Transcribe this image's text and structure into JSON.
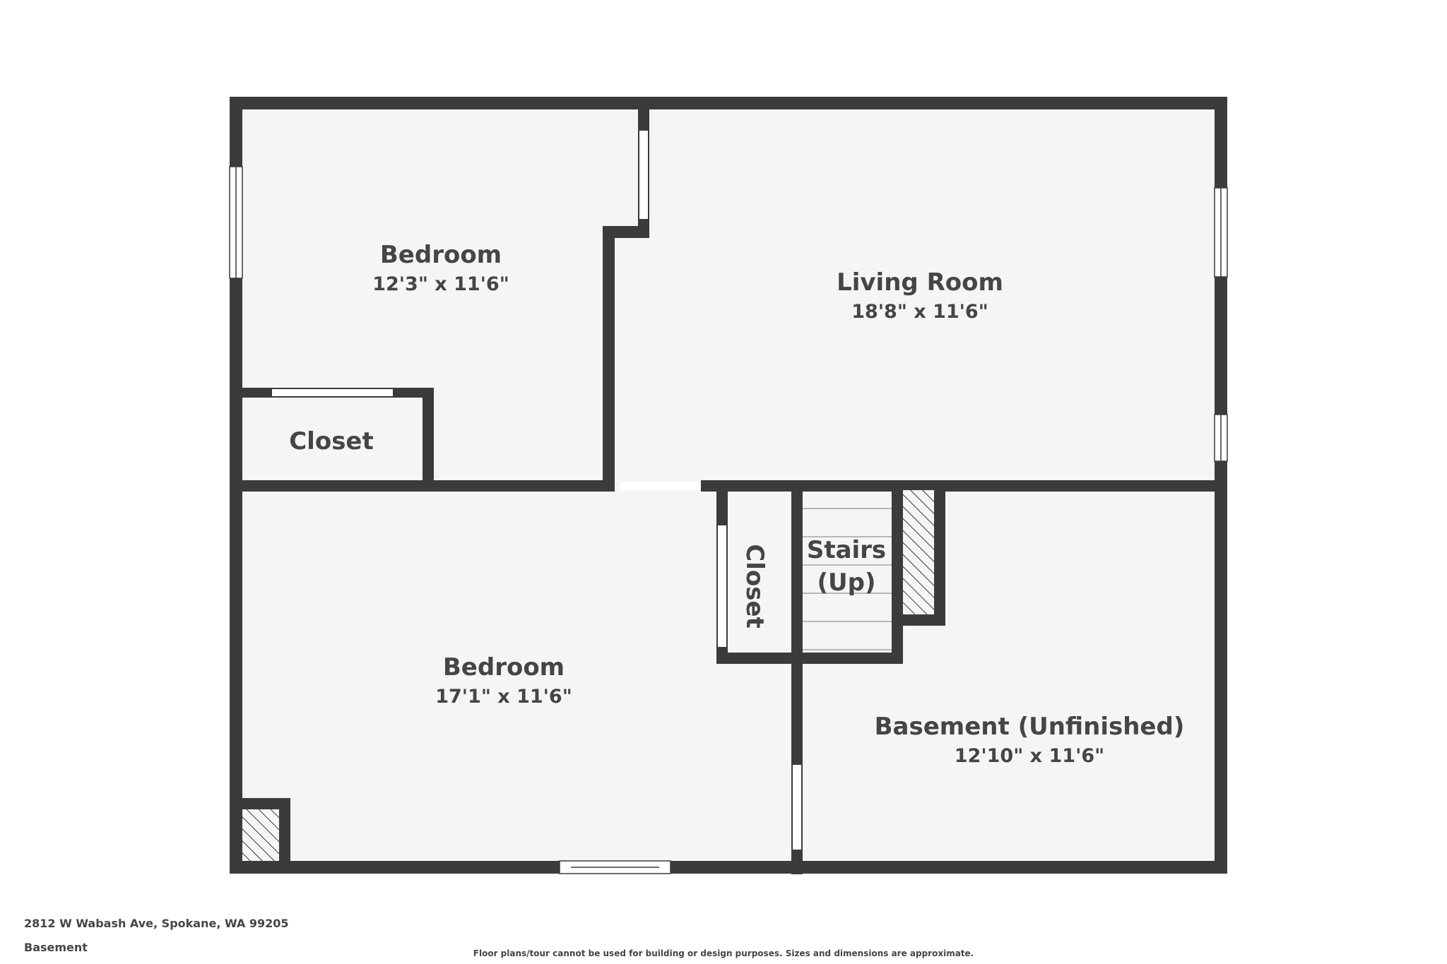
{
  "colors": {
    "wall": "#3b3b3b",
    "floor": "#f5f5f5",
    "text": "#454545",
    "opening": "#ffffff"
  },
  "rooms": {
    "bedroom_top": {
      "name": "Bedroom",
      "dims": "12'3\" x 11'6\""
    },
    "living_room": {
      "name": "Living Room",
      "dims": "18'8\" x 11'6\""
    },
    "closet_top": {
      "name": "Closet"
    },
    "closet_mid": {
      "name": "Closet"
    },
    "stairs": {
      "line1": "Stairs",
      "line2": "(Up)"
    },
    "bedroom_bottom": {
      "name": "Bedroom",
      "dims": "17'1\" x 11'6\""
    },
    "basement": {
      "name": "Basement (Unfinished)",
      "dims": "12'10\" x 11'6\""
    }
  },
  "footer": {
    "address": "2812 W Wabash Ave, Spokane, WA 99205",
    "level": "Basement",
    "disclaimer": "Floor plans/tour cannot be used for building or design purposes. Sizes and dimensions are approximate."
  }
}
